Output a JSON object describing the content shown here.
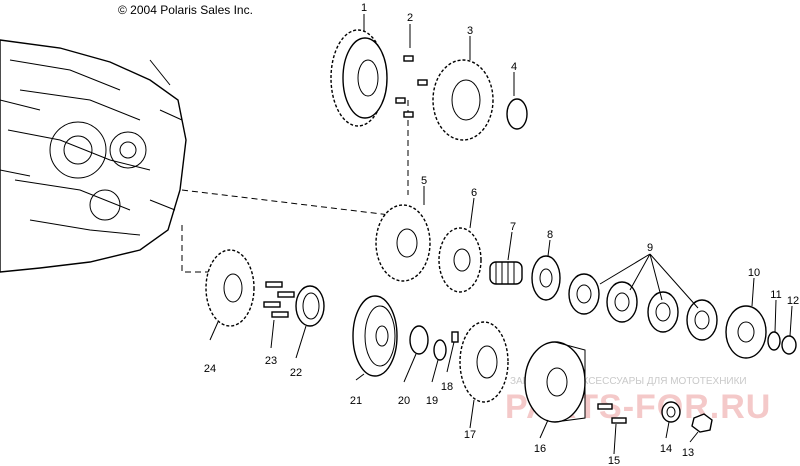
{
  "copyright": "© 2004 Polaris Sales Inc.",
  "watermark": {
    "tagline": "ЗАПЧАСТИ И АКСЕССУАРЫ ДЛЯ МОТОТЕХНИКИ",
    "brand": "PARTS-FOR.RU"
  },
  "callouts": [
    "1",
    "2",
    "3",
    "4",
    "5",
    "6",
    "7",
    "8",
    "9",
    "10",
    "11",
    "12",
    "13",
    "14",
    "15",
    "16",
    "17",
    "18",
    "19",
    "20",
    "21",
    "22",
    "23",
    "24"
  ],
  "colors": {
    "line": "#000000",
    "watermark_text": "#c9c9c9",
    "watermark_brand": "#f4c9c9"
  }
}
